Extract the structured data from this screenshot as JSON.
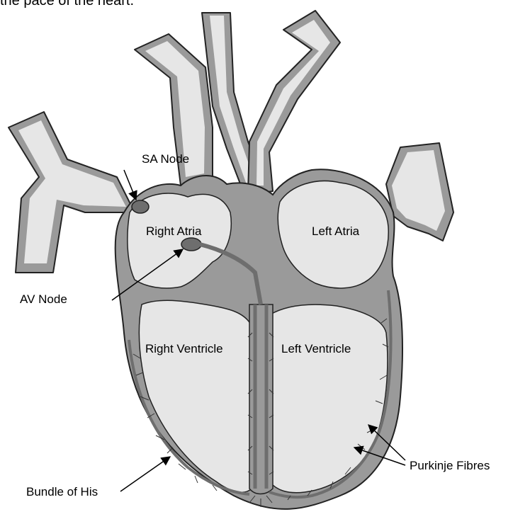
{
  "caption": "the pace of the heart.",
  "labels": {
    "sa_node": "SA Node",
    "right_atria": "Right Atria",
    "left_atria": "Left Atria",
    "av_node": "AV Node",
    "right_ventricle": "Right Ventricle",
    "left_ventricle": "Left Ventricle",
    "bundle_of_his": "Bundle of His",
    "purkinje_fibres": "Purkinje Fibres"
  },
  "colors": {
    "wall": "#9a9a9a",
    "chamber": "#e6e6e6",
    "node": "#6e6e6e",
    "outline": "#222222"
  }
}
